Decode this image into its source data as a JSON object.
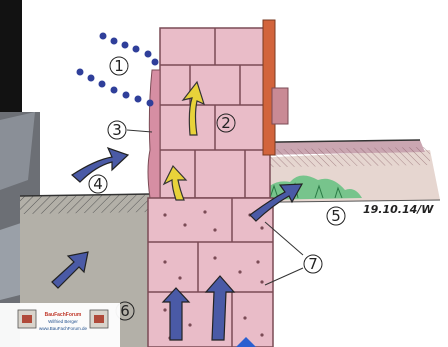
{
  "diagram": {
    "labels": [
      "1",
      "2",
      "3",
      "4",
      "5",
      "6",
      "7"
    ],
    "date": "19.10.14/W",
    "colors": {
      "brick": "#e9bcc8",
      "brick_line": "#7a4b55",
      "moisture_arrow": "#4a5aa6",
      "air_arrow": "#e8d23a",
      "droplet": "#2f3f9a",
      "ground": "#b3b0a8",
      "plant": "#5bbf7a",
      "timber": "#d2643c"
    }
  },
  "logo": {
    "title": "BauFachForum",
    "author": "Wilfried Berger",
    "url": "www.BauFachForum.de"
  }
}
